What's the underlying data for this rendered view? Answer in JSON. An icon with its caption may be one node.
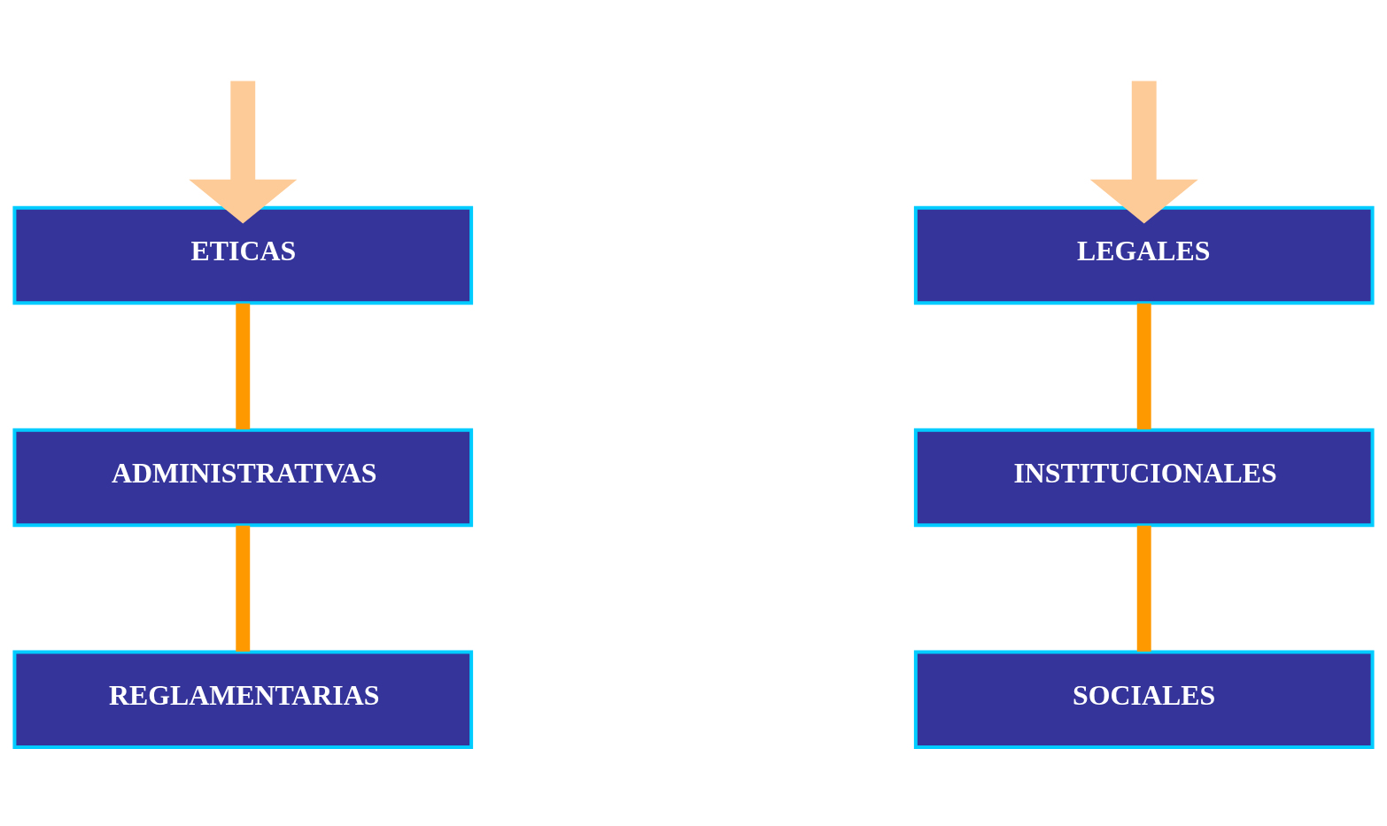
{
  "diagram": {
    "nodes": [
      {
        "text": [
          "ETICAS"
        ]
      },
      {
        "text": [
          "ADMINISTRATIVAS"
        ]
      },
      {
        "text": [
          "REGLAMENTARIAS"
        ]
      },
      {
        "text": [
          "LEGALES"
        ]
      },
      {
        "text": [
          "INSTITUCIONALES"
        ]
      },
      {
        "text": [
          "SOCIALES"
        ]
      }
    ],
    "edges": [
      {
        "from": null,
        "to": 0,
        "arrow": "to",
        "color": "#fdcb97"
      },
      {
        "from": null,
        "to": 3,
        "arrow": "to",
        "color": "#fdcb97"
      },
      {
        "from": 0,
        "to": 1,
        "arrow": "none"
      },
      {
        "from": 1,
        "to": 2,
        "arrow": "none"
      },
      {
        "from": 3,
        "to": 4,
        "arrow": "none"
      },
      {
        "from": 4,
        "to": 5,
        "arrow": "none"
      }
    ]
  }
}
